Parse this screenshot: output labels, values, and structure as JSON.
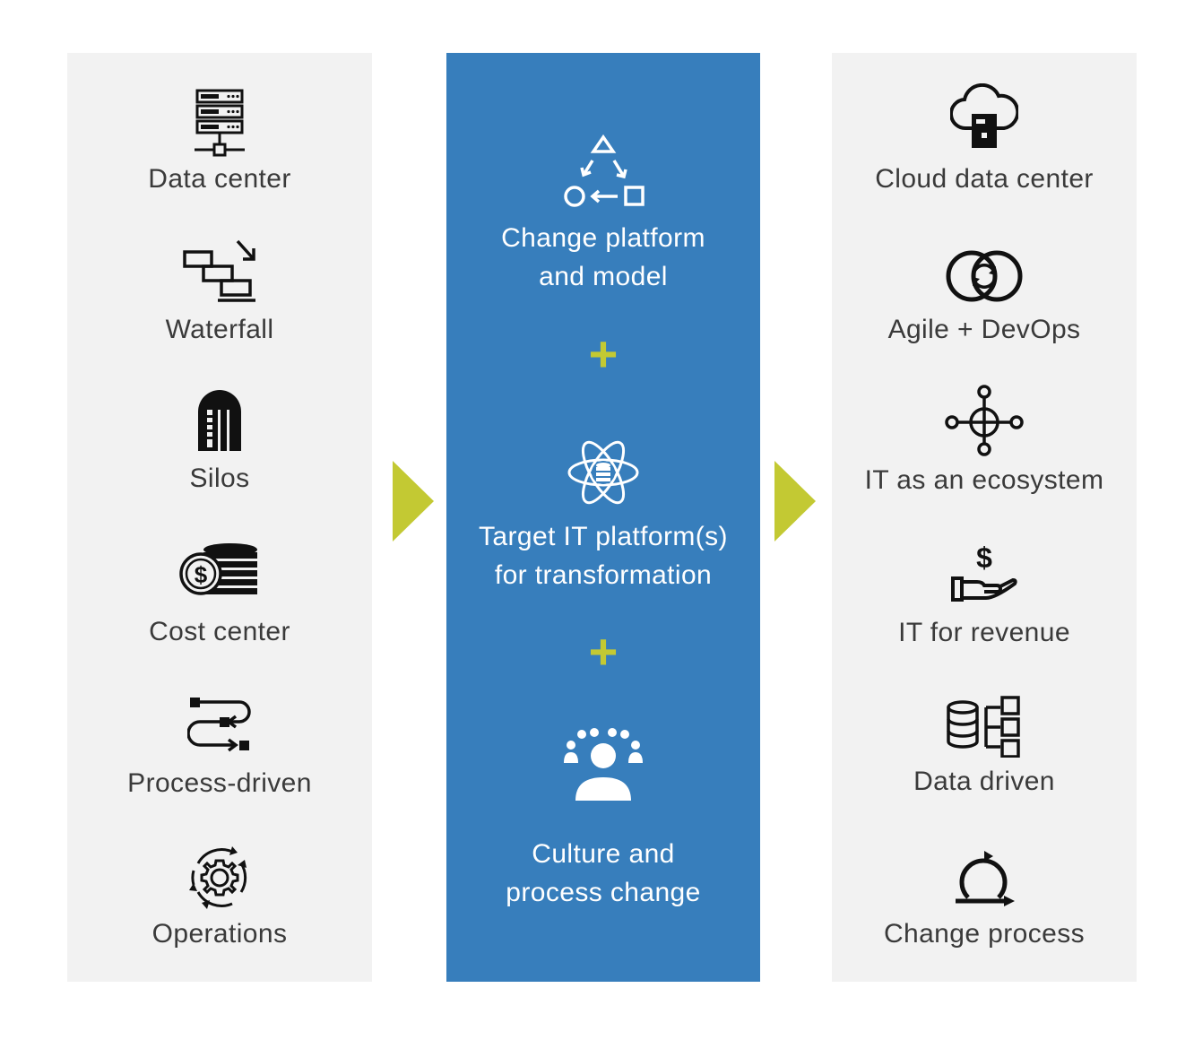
{
  "left_column": {
    "items": [
      {
        "label": "Data center",
        "icon": "server-rack-icon"
      },
      {
        "label": "Waterfall",
        "icon": "waterfall-icon"
      },
      {
        "label": "Silos",
        "icon": "silo-icon"
      },
      {
        "label": "Cost center",
        "icon": "coins-icon"
      },
      {
        "label": "Process-driven",
        "icon": "process-flow-icon"
      },
      {
        "label": "Operations",
        "icon": "gear-cycle-icon"
      }
    ]
  },
  "center_column": {
    "items": [
      {
        "label_line1": "Change platform",
        "label_line2": "and model",
        "icon": "cycle-shapes-icon"
      },
      {
        "label_line1": "Target IT platform(s)",
        "label_line2": "for transformation",
        "icon": "atom-database-icon"
      },
      {
        "label_line1": "Culture and",
        "label_line2": "process change",
        "icon": "people-group-icon"
      }
    ],
    "plus_symbol": "+"
  },
  "right_column": {
    "items": [
      {
        "label": "Cloud data center",
        "icon": "cloud-server-icon"
      },
      {
        "label": "Agile + DevOps",
        "icon": "agile-loop-icon"
      },
      {
        "label": "IT as an ecosystem",
        "icon": "network-hub-icon"
      },
      {
        "label": "IT for revenue",
        "icon": "hand-dollar-icon"
      },
      {
        "label": "Data driven",
        "icon": "database-tree-icon"
      },
      {
        "label": "Change process",
        "icon": "loop-arrow-icon"
      }
    ]
  },
  "colors": {
    "panel_gray": "#f2f2f2",
    "panel_blue": "#377ebc",
    "accent_green": "#c3c933",
    "text_dark": "#3a3a3a"
  }
}
